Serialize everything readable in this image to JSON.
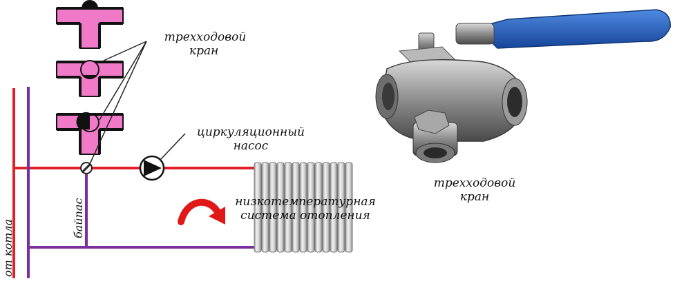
{
  "labels": {
    "valve_schematic_line1": "трехходовой",
    "valve_schematic_line2": "кран",
    "pump_line1": "циркуляционный",
    "pump_line2": "насос",
    "heating_line1": "низкотемпературная",
    "heating_line2": "система отопления",
    "from_boiler": "от котла",
    "bypass": "байпас",
    "valve_photo_line1": "трехходовой",
    "valve_photo_line2": "кран"
  },
  "colors": {
    "supply_pipe": "#e0202a",
    "return_pipe": "#7b2e9c",
    "valve_fill": "#f07ac8",
    "flow_arrow": "#e01818",
    "handle": "#1f5fc4",
    "metal": "#8f8f8f"
  }
}
